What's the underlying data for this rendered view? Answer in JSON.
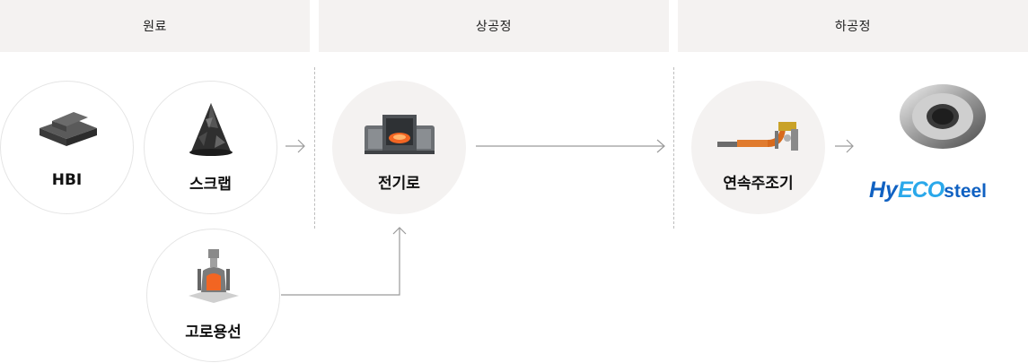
{
  "stages": {
    "raw": "원료",
    "upper": "상공정",
    "lower": "하공정"
  },
  "nodes": {
    "hbi": "HBI",
    "scrap": "스크랩",
    "hot_metal": "고로용선",
    "eaf": "전기로",
    "caster": "연속주조기"
  },
  "logo": {
    "hy": "Hy",
    "eco": "ECO",
    "steel": "steel"
  },
  "colors": {
    "header_bg": "#f4f2f1",
    "logo_dark": "#1061c2",
    "logo_light": "#2aa8ea",
    "furnace_glow": "#f26522"
  },
  "icons": [
    "hbi-icon",
    "scrap-pile-icon",
    "blast-furnace-icon",
    "electric-arc-furnace-icon",
    "continuous-caster-icon",
    "steel-coil-icon"
  ]
}
